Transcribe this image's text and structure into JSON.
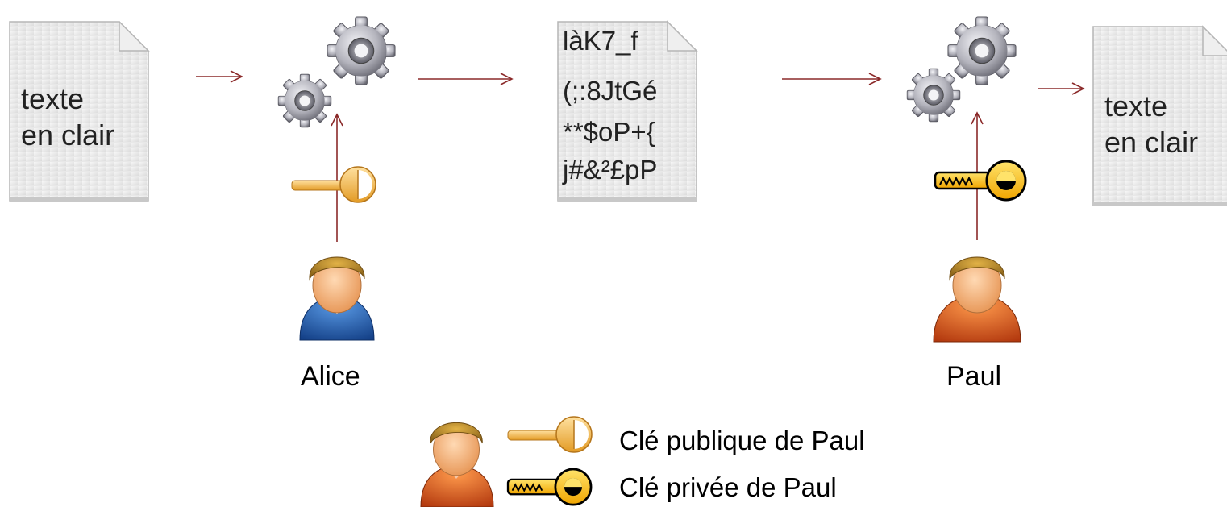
{
  "plaintext_doc": {
    "line1": "texte",
    "line2": "en clair"
  },
  "ciphertext_doc": {
    "line1": "làK7_f",
    "line2": "(;:8JtGé",
    "line3": "**$oP+{",
    "line4": "j#&²£pP"
  },
  "decrypted_doc": {
    "line1": "texte",
    "line2": "en clair"
  },
  "sender": {
    "name": "Alice"
  },
  "receiver": {
    "name": "Paul"
  },
  "legend": {
    "public_key_label": "Clé publique de Paul",
    "private_key_label": "Clé privée de Paul"
  },
  "colors": {
    "arrow": "#8b2a2a",
    "alice_shirt": "#1f5fb0",
    "paul_shirt": "#d9531e",
    "skin": "#f4b98a",
    "hair": "#b88a2c",
    "key_public": "#f2b64a",
    "key_private": "#ffc020"
  }
}
